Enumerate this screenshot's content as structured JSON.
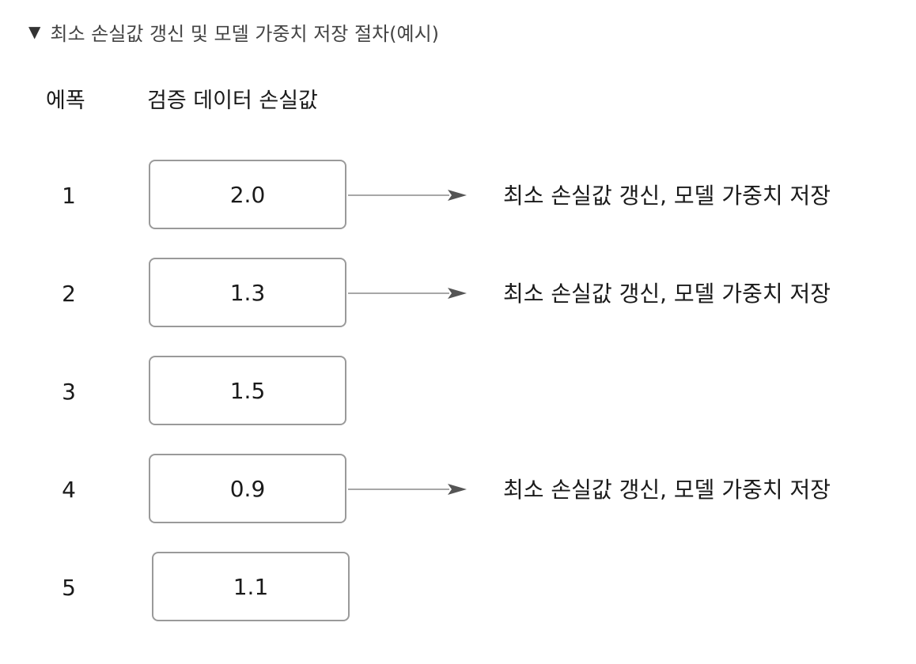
{
  "caption": {
    "marker": "▼",
    "text": "최소 손실값 갱신 및 모델 가중치 저장 절차(예시)"
  },
  "headers": {
    "epoch": "에폭",
    "val_loss": "검증 데이터 손실값"
  },
  "rows": [
    {
      "epoch": "1",
      "loss": "2.0",
      "note": "최소 손실값 갱신, 모델 가중치 저장"
    },
    {
      "epoch": "2",
      "loss": "1.3",
      "note": "최소 손실값 갱신, 모델 가중치 저장"
    },
    {
      "epoch": "3",
      "loss": "1.5",
      "note": ""
    },
    {
      "epoch": "4",
      "loss": "0.9",
      "note": "최소 손실값 갱신, 모델 가중치 저장"
    },
    {
      "epoch": "5",
      "loss": "1.1",
      "note": ""
    }
  ],
  "colors": {
    "box_border": "#9a9a9a",
    "arrow": "#8a8a8a",
    "arrow_head": "#555555",
    "text": "#1a1a1a"
  }
}
